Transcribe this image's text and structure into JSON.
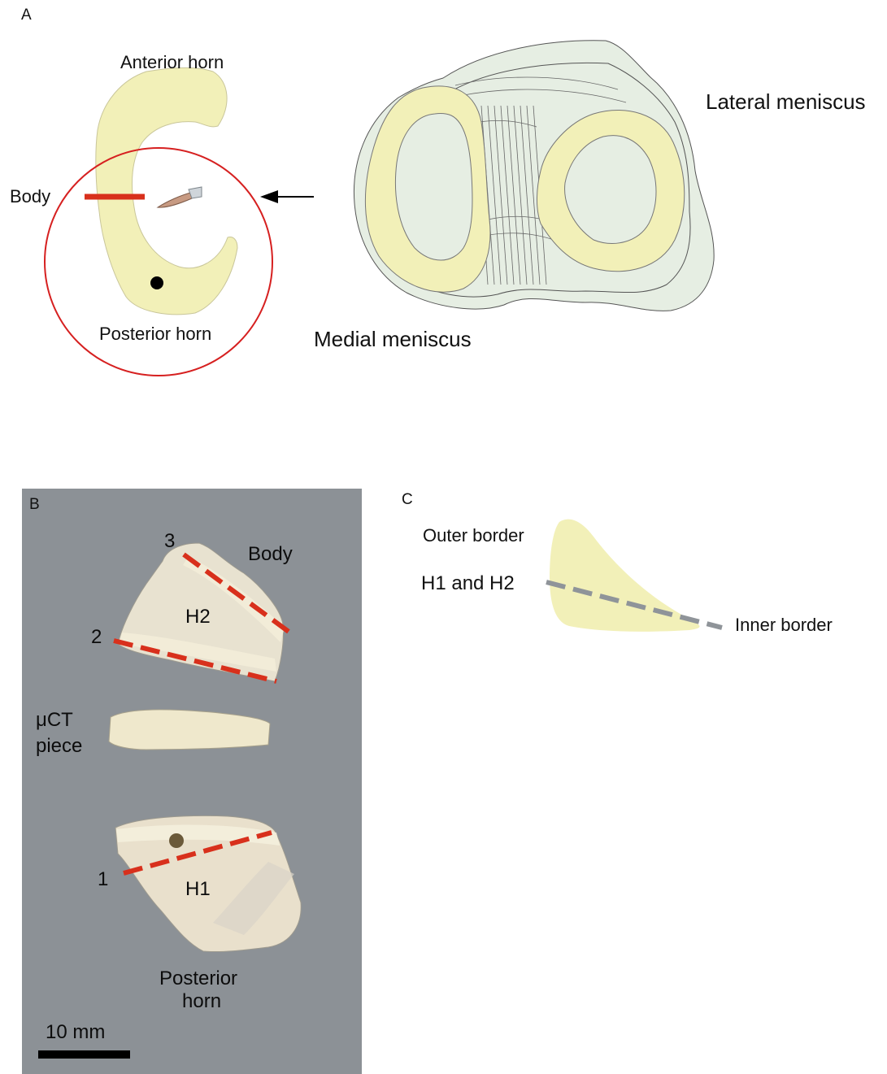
{
  "panel_a": {
    "letter": "A",
    "anterior_horn": "Anterior horn",
    "body": "Body",
    "posterior_horn": "Posterior horn",
    "lateral_meniscus": "Lateral meniscus",
    "medial_meniscus": "Medial meniscus"
  },
  "panel_b": {
    "letter": "B",
    "cut_3": "3",
    "cut_2": "2",
    "cut_1": "1",
    "body": "Body",
    "h2": "H2",
    "h1": "H1",
    "uct_line1": "μCT",
    "uct_line2": "piece",
    "posterior_line1": "Posterior",
    "posterior_line2": "horn",
    "scale_label": "10 mm"
  },
  "panel_c": {
    "letter": "C",
    "outer_border": "Outer border",
    "h1_h2": "H1 and H2",
    "inner_border": "Inner border"
  },
  "colors": {
    "meniscus_fill": "#f2f0b8",
    "tibia_fill": "#e6eee3",
    "red": "#d8301c",
    "circle_red": "#d62020",
    "photo_bg": "#8c9196",
    "grey_dash": "#8f9499"
  }
}
